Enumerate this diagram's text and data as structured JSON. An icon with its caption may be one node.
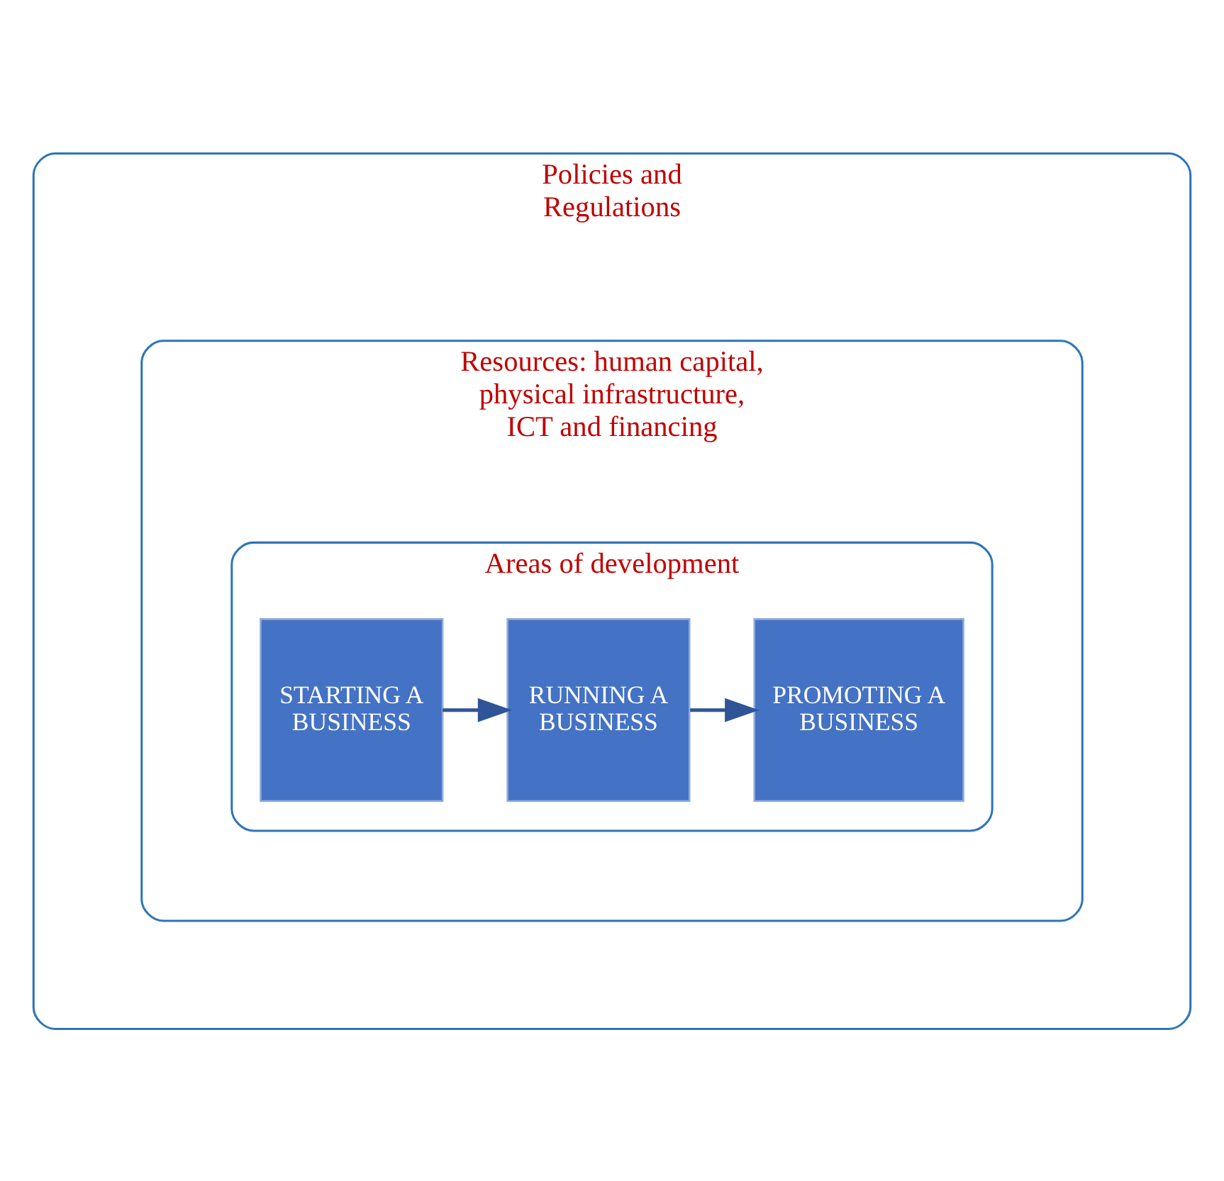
{
  "diagram": {
    "nodes": [
      {
        "text": [
          "Policies and Regulations"
        ]
      },
      {
        "text": [
          "Resources: human capital, physical infrastructure, ICT and financing"
        ],
        "in": 0
      },
      {
        "text": [
          "Areas of development"
        ],
        "in": 1
      },
      {
        "text": [
          "STARTING A BUSINESS"
        ],
        "in": 2
      },
      {
        "text": [
          "RUNNING A BUSINESS"
        ],
        "in": 2
      },
      {
        "text": [
          "PROMOTING A BUSINESS"
        ],
        "in": 2
      }
    ],
    "edges": [
      {
        "from": 3,
        "to": 4,
        "arrow": "to"
      },
      {
        "from": 4,
        "to": 5,
        "arrow": "to"
      }
    ]
  }
}
